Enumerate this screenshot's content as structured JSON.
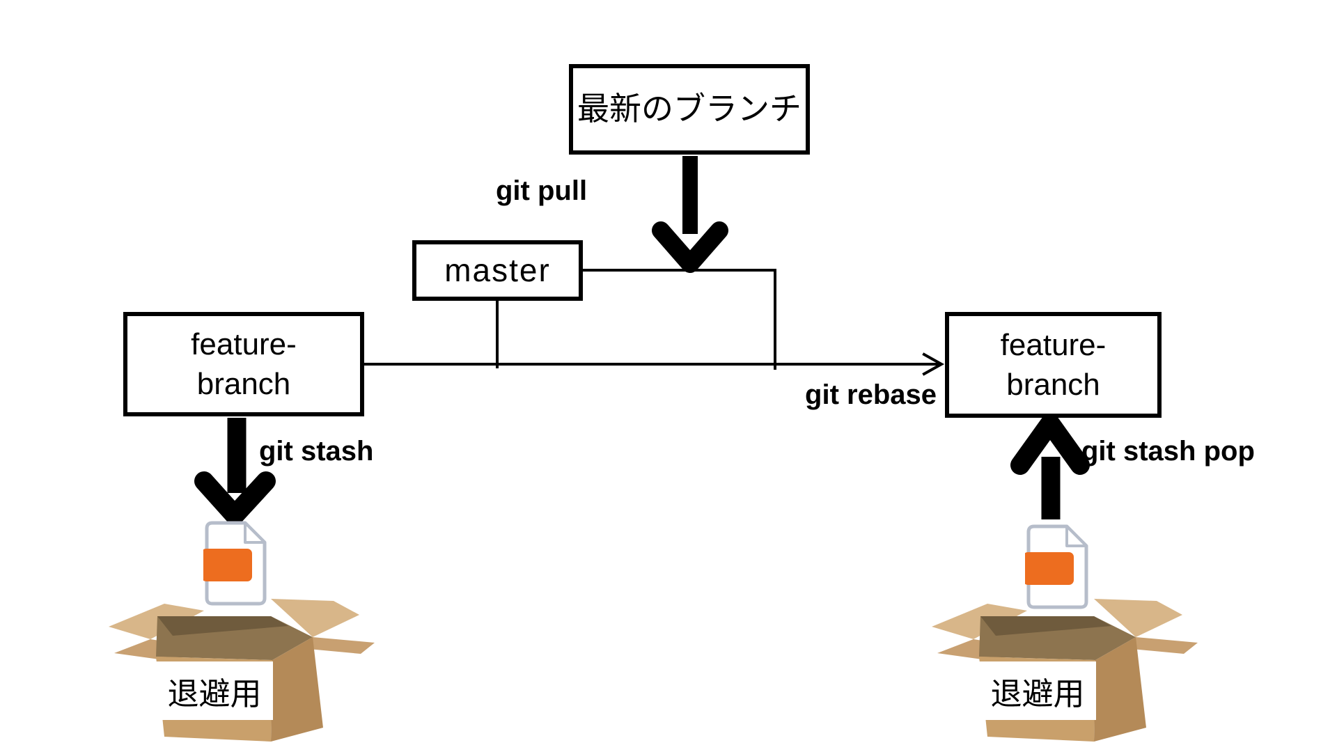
{
  "diagram": {
    "nodes": {
      "latest_branch": {
        "label": "最新のブランチ"
      },
      "master": {
        "label": "master"
      },
      "feature_branch_left": {
        "label_line1": "feature-",
        "label_line2": "branch"
      },
      "feature_branch_right": {
        "label_line1": "feature-",
        "label_line2": "branch"
      }
    },
    "labels": {
      "git_pull": "git pull",
      "git_rebase": "git rebase",
      "git_stash": "git stash",
      "git_stash_pop": "git stash pop"
    },
    "stash_boxes": {
      "left_label": "退避用",
      "right_label": "退避用"
    },
    "colors": {
      "line": "#000000",
      "node_border": "#000000",
      "node_bg": "#ffffff",
      "text": "#000000",
      "file_accent": "#ed6d1f",
      "file_border": "#b6bdca",
      "cardboard_front": "#c9a06b",
      "cardboard_side": "#b48a58",
      "cardboard_flap_light": "#d8b689",
      "cardboard_flap": "#c8a071",
      "cardboard_interior": "#8d744f",
      "cardboard_interior_dark": "#6f5b3d",
      "label_bg": "#ffffff"
    }
  }
}
